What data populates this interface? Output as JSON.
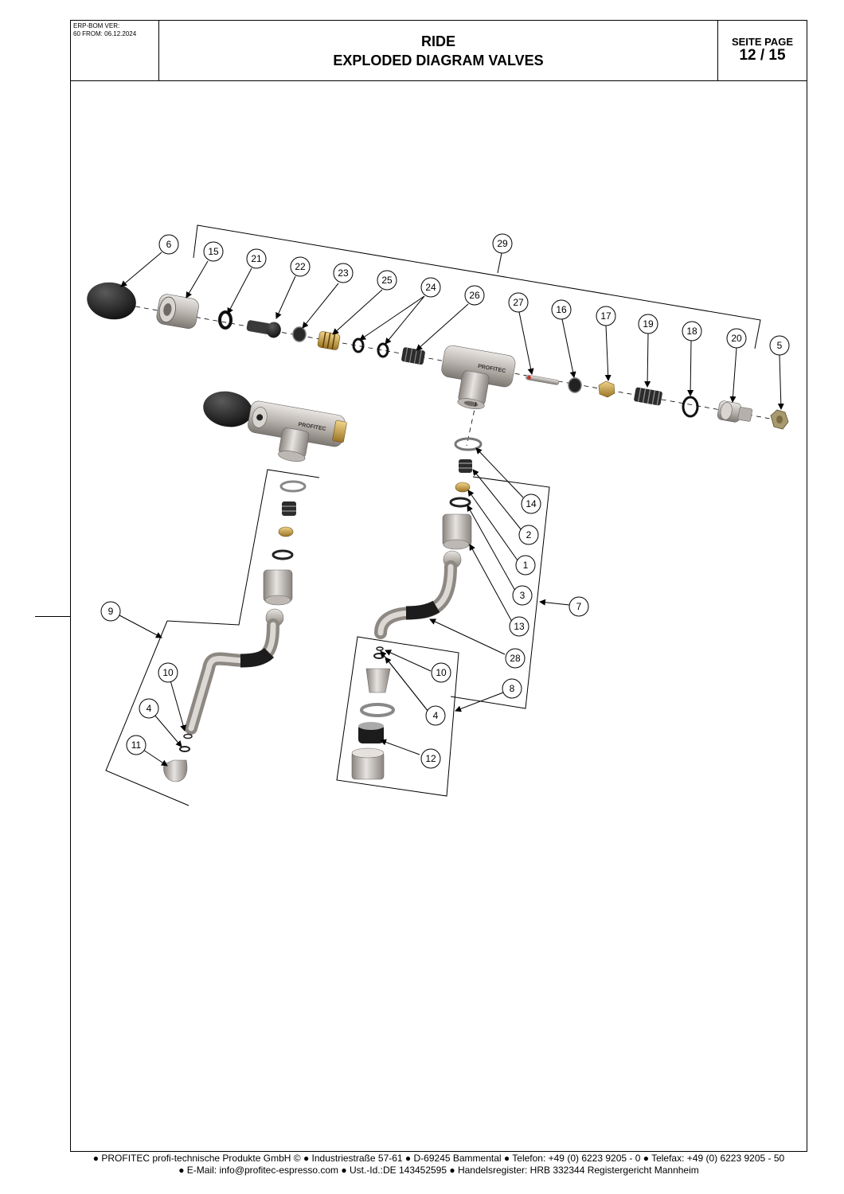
{
  "header": {
    "erp_line1": "ERP-BOM VER:",
    "erp_line2": "60 FROM: 06.12.2024",
    "title_line1": "RIDE",
    "title_line2": "EXPLODED DIAGRAM VALVES",
    "page_label": "SEITE  PAGE",
    "page_number": "12 / 15"
  },
  "callouts": {
    "c1": "1",
    "c2": "2",
    "c3": "3",
    "c4a": "4",
    "c4b": "4",
    "c5": "5",
    "c6": "6",
    "c7": "7",
    "c8": "8",
    "c9": "9",
    "c10a": "10",
    "c10b": "10",
    "c11": "11",
    "c12": "12",
    "c13": "13",
    "c14": "14",
    "c15": "15",
    "c16": "16",
    "c17": "17",
    "c18": "18",
    "c19": "19",
    "c20": "20",
    "c21": "21",
    "c22": "22",
    "c23": "23",
    "c24": "24",
    "c25": "25",
    "c26": "26",
    "c27": "27",
    "c28": "28",
    "c29": "29"
  },
  "part_labels": {
    "brand_top": "PROFITEC",
    "brand_left": "PROFITEC"
  },
  "footer": {
    "line1": "● PROFITEC profi-technische Produkte GmbH © ● Industriestraße 57-61 ● D-69245 Bammental ● Telefon: +49 (0) 6223 9205 - 0 ● Telefax: +49 (0) 6223 9205 - 50",
    "line2": "● E-Mail: info@profitec-espresso.com ● Ust.-Id.:DE 143452595 ● Handelsregister: HRB 332344 Registergericht Mannheim"
  },
  "colors": {
    "metal": "#c9c4bf",
    "metal_dark": "#8e8883",
    "black_part": "#1c1c1c",
    "brass": "#c9a24a"
  }
}
